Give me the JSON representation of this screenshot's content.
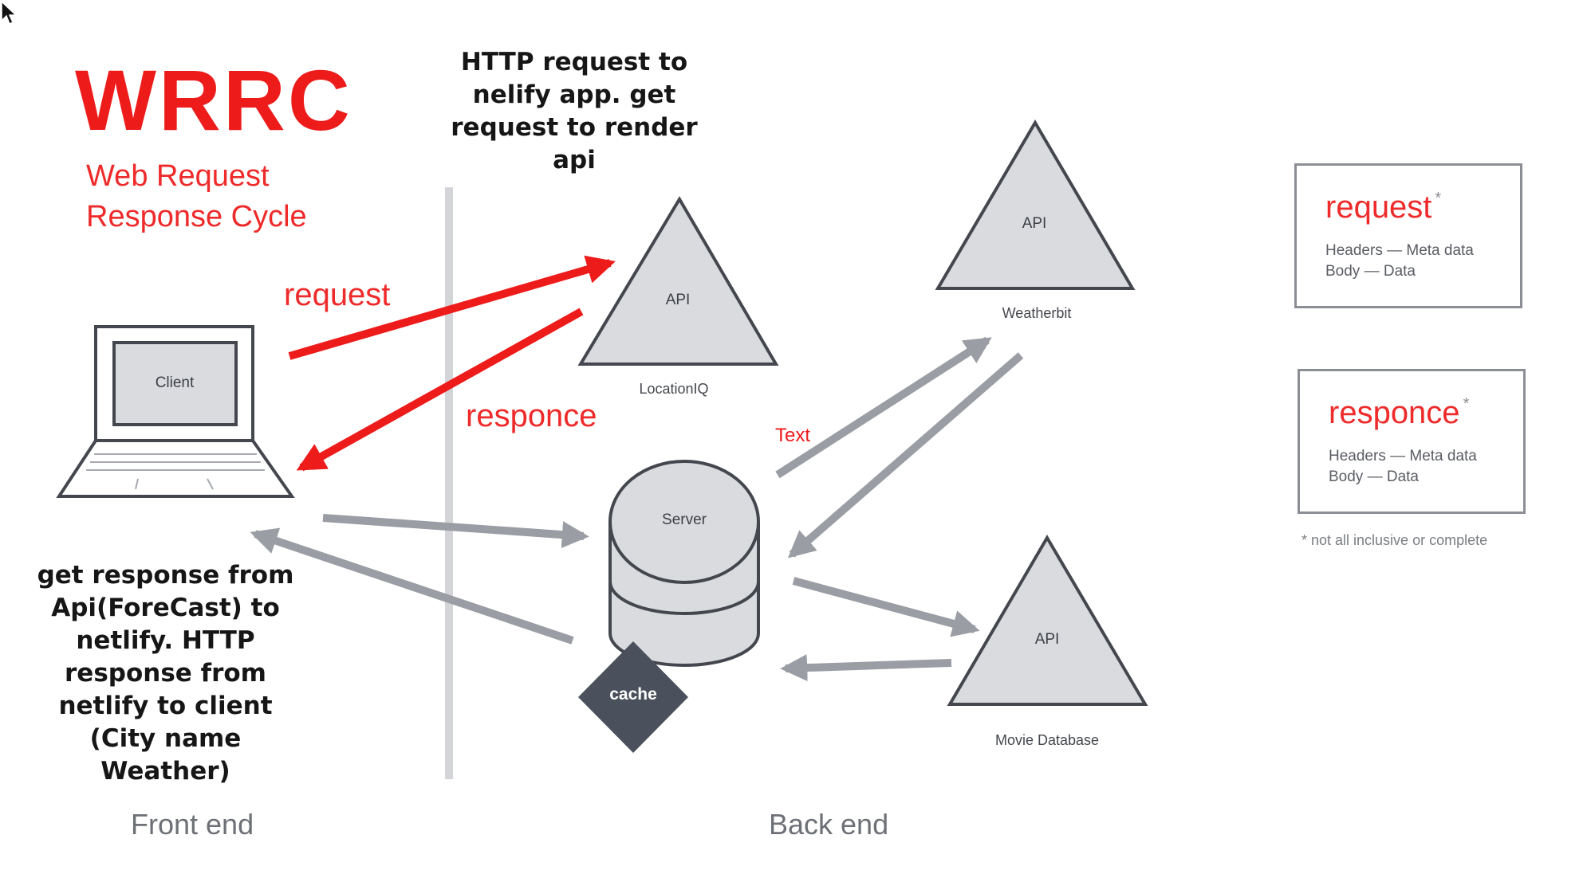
{
  "header": {
    "title": "WRRC",
    "subtitle": "Web Request\nResponse Cycle"
  },
  "notes": {
    "top": "HTTP request to nelify app. get request to render api",
    "bottom": "get response from Api(ForeCast) to netlify. HTTP response from netlify to client (City name Weather)"
  },
  "flow_labels": {
    "request": "request",
    "response": "responce",
    "text": "Text"
  },
  "nodes": {
    "client": "Client",
    "server": "Server",
    "cache": "cache",
    "api_locationiq": {
      "label": "API",
      "caption": "LocationIQ"
    },
    "api_weatherbit": {
      "label": "API",
      "caption": "Weatherbit"
    },
    "api_moviedb": {
      "label": "API",
      "caption": "Movie Database"
    }
  },
  "legend": {
    "request": {
      "title": "request",
      "marker": "*",
      "lines": [
        "Headers — Meta data",
        "Body — Data"
      ]
    },
    "response": {
      "title": "responce",
      "marker": "*",
      "lines": [
        "Headers — Meta data",
        "Body — Data"
      ]
    },
    "footnote": "* not all inclusive or complete"
  },
  "sections": {
    "front_end": "Front end",
    "back_end": "Back end"
  },
  "colors": {
    "accent_red": "#ee1b1b",
    "shape_fill": "#d9dbdf",
    "outline": "#44474e",
    "arrow_gray": "#9a9da3",
    "cache_fill": "#4b515c"
  }
}
